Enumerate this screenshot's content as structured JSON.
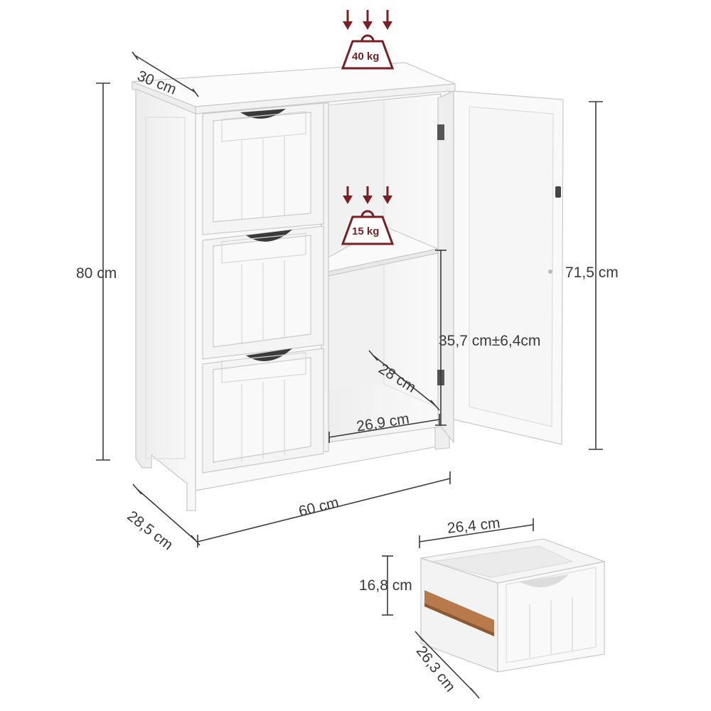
{
  "dimensions": {
    "top_depth": "30 cm",
    "height": "80 cm",
    "door_height": "71,5 cm",
    "shelf_height": "35,7 cm±6,4cm",
    "inner_depth": "28 cm",
    "inner_width": "26,9 cm",
    "width": "60 cm",
    "base_depth": "28,5 cm",
    "drawer_width": "26,4 cm",
    "drawer_height": "16,8 cm",
    "drawer_depth": "26,3 cm"
  },
  "load_capacity": {
    "top": "40 kg",
    "shelf": "15 kg"
  },
  "colors": {
    "weight_accent": "#7a1f24",
    "dimension_line": "#3a3a3a",
    "cabinet": "#f7f7f7",
    "wood_runner": "#b87a4b"
  }
}
